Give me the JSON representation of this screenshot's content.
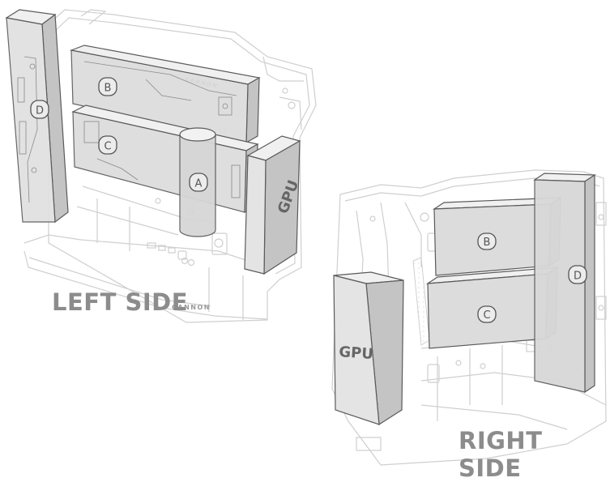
{
  "left_view": {
    "title": "LEFT SIDE",
    "brand": "CANNON",
    "module_labels": {
      "a": "A",
      "b": "B",
      "c": "C",
      "d": "D"
    },
    "gpu_label": "GPU"
  },
  "right_view": {
    "title": "RIGHT SIDE",
    "module_labels": {
      "b": "B",
      "c": "C",
      "d": "D"
    },
    "gpu_label": "GPU"
  },
  "colors": {
    "chassis_line": "#cfcfcf",
    "component_fill": "#e0e0e0",
    "component_top": "#f0f0f0",
    "component_side": "#c4c4c4",
    "component_stroke": "#5a5a5a",
    "label_text": "#555555",
    "title_text": "#8c8c8c"
  }
}
